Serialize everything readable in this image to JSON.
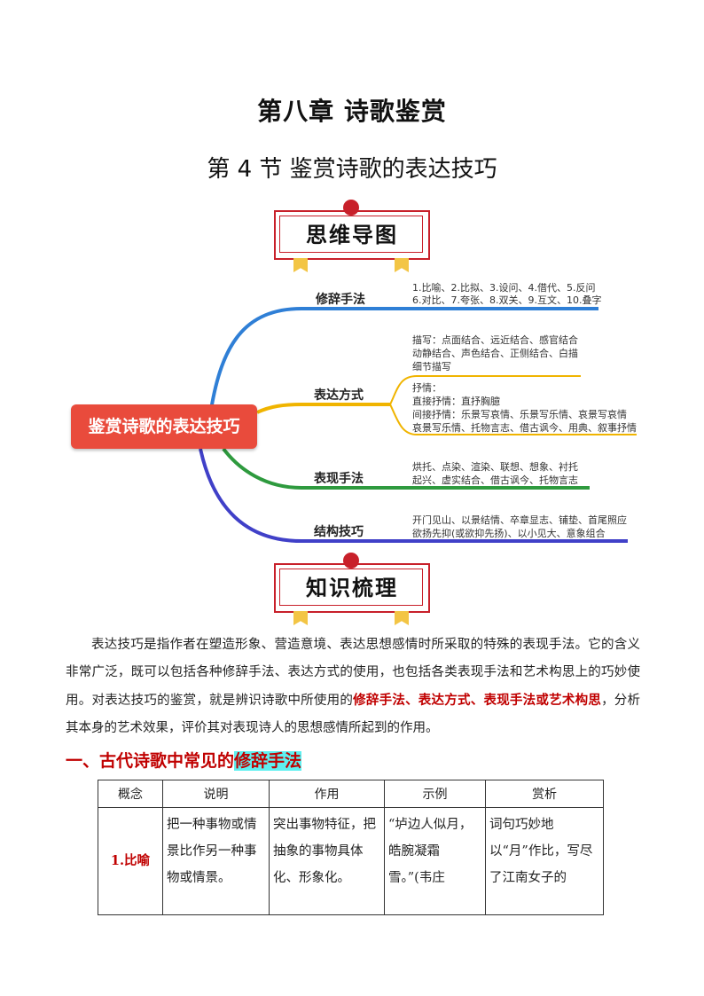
{
  "chapter_title": "第八章  诗歌鉴赏",
  "section_title": "第 4 节  鉴赏诗歌的表达技巧",
  "banner_mindmap": "思维导图",
  "banner_knowledge": "知识梳理",
  "mindmap": {
    "root": "鉴赏诗歌的表达技巧",
    "branches": [
      {
        "label": "修辞手法",
        "color": "#2f7fd6",
        "lines": [
          "1.比喻、2.比拟、3.设问、4.借代、5.反问",
          "6.对比、7.夸张、8.双关、9.互文、10.叠字"
        ]
      },
      {
        "label": "表达方式",
        "color": "#f0b400",
        "top_lines": [
          "描写：点面结合、远近结合、感官结合",
          "动静结合、声色结合、正侧结合、白描",
          "细节描写"
        ],
        "bottom_lines": [
          "抒情：",
          "直接抒情：直抒胸臆",
          "间接抒情：乐景写哀情、乐景写乐情、哀景写哀情",
          "哀景写乐情、托物言志、借古讽今、用典、叙事抒情"
        ]
      },
      {
        "label": "表现手法",
        "color": "#2e9a3e",
        "lines": [
          "烘托、点染、渲染、联想、想象、衬托",
          "起兴、虚实结合、借古讽今、托物言志"
        ]
      },
      {
        "label": "结构技巧",
        "color": "#4040c8",
        "lines": [
          "开门见山、以景结情、卒章显志、铺垫、首尾照应",
          "欲扬先抑(或欲抑先扬)、以小见大、意象组合"
        ]
      }
    ]
  },
  "intro": {
    "part1": "表达技巧是指作者在塑造形象、营造意境、表达思想感情时所采取的特殊的表现手法。它的含义非常广泛，既可以包括各种修辞手法、表达方式的使用，也包括各类表现手法和艺术构思上的巧妙使用。对表达技巧的鉴赏，就是辨识诗歌中所使用的",
    "hl1": "修辞手法",
    "sep1": "、",
    "hl2": "表达方式",
    "sep2": "、",
    "hl3": "表现手法或艺术构思",
    "part2": "，分析其本身的艺术效果，评价其对表现诗人的思想感情所起到的作用。"
  },
  "heading_1": {
    "prefix": "一、古代诗歌中常见的",
    "highlight": "修辞手法"
  },
  "table": {
    "headers": [
      "概念",
      "说明",
      "作用",
      "示例",
      "赏析"
    ],
    "row1": {
      "concept": "1.比喻",
      "explain": "把一种事物或情景比作另一种事物或情景。",
      "effect": "突出事物特征，把抽象的事物具体化、形象化。",
      "example": "“垆边人似月，皓腕凝霜雪。”(韦庄",
      "analysis": "词句巧妙地以“月”作比，写尽了江南女子的"
    }
  }
}
